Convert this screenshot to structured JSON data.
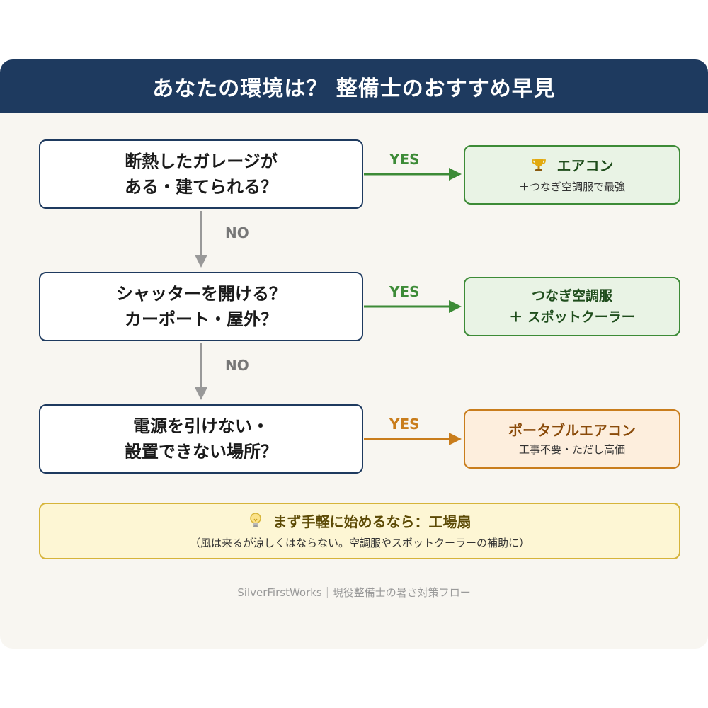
{
  "header": {
    "title": "あなたの環境は？ 整備士のおすすめ早見"
  },
  "questions": [
    {
      "line1": "断熱したガレージが",
      "line2": "ある・建てられる？"
    },
    {
      "line1": "シャッターを開ける？",
      "line2": "カーポート・屋外？"
    },
    {
      "line1": "電源を引けない・",
      "line2": "設置できない場所？"
    }
  ],
  "answers": {
    "yes": "YES",
    "no": "NO"
  },
  "results": [
    {
      "icon": "trophy-icon",
      "title": "エアコン",
      "subtitle": "＋つなぎ空調服で最強"
    },
    {
      "line1": "つなぎ空調服",
      "line2": "＋ スポットクーラー"
    },
    {
      "title": "ポータブルエアコン",
      "subtitle": "工事不要・ただし高価"
    }
  ],
  "tip": {
    "icon": "lightbulb-icon",
    "title": "まず手軽に始めるなら：工場扇",
    "subtitle": "（風は来るが涼しくはならない。空調服やスポットクーラーの補助に）"
  },
  "footer": {
    "text": "SilverFirstWorks｜現役整備士の暑さ対策フロー"
  },
  "colors": {
    "navy": "#1e3a5f",
    "green": "#3d8b37",
    "orange": "#c97d1c",
    "gray": "#999999",
    "tip_border": "#d6b43a"
  }
}
